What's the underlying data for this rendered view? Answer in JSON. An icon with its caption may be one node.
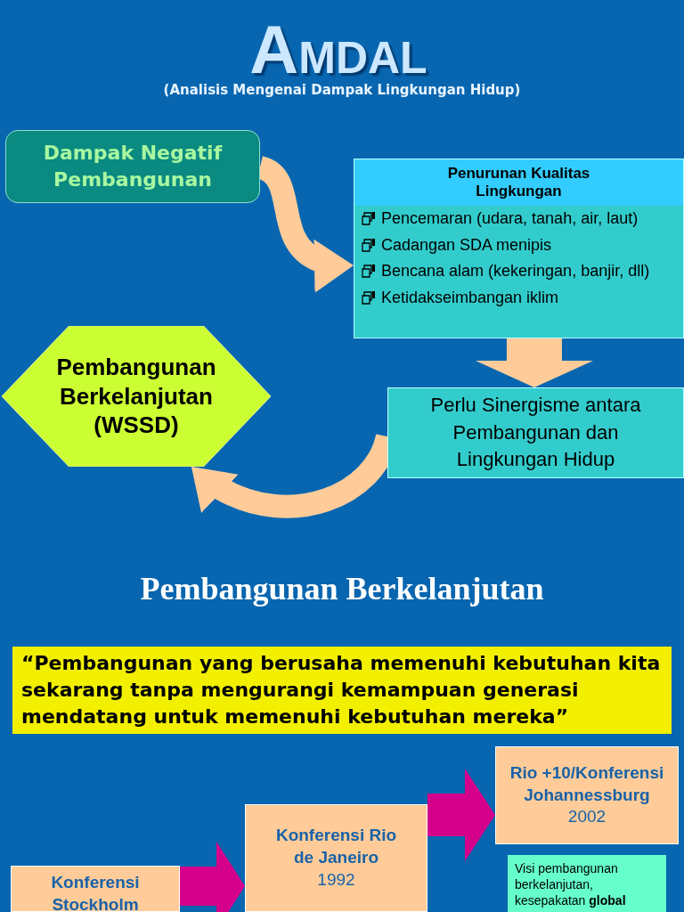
{
  "diagram": {
    "title": "AMDAL",
    "nodes": [
      {
        "text": [
          "Dampak Negatif Pembangunan"
        ]
      },
      {
        "text": [
          "Penurunan Kualitas Lingkungan",
          "Pencemaran (udara, tanah, air, laut)",
          "Cadangan SDA menipis",
          "Bencana alam (kekeringan, banjir, dll)",
          "Ketidakseimbangan iklim"
        ]
      },
      {
        "text": [
          "Pembangunan Berkelanjutan (WSSD)"
        ]
      },
      {
        "text": [
          "Perlu Sinergisme antara Pembangunan dan Lingkungan Hidup"
        ]
      },
      {
        "text": [
          "“Pembangunan yang berusaha memenuhi kebutuhan kita sekarang tanpa mengurangi kemampuan generasi mendatang untuk memenuhi kebutuhan mereka”"
        ]
      },
      {
        "text": [
          "Konferensi Stockholm"
        ]
      },
      {
        "text": [
          "Konferensi Rio de Janeiro",
          "1992"
        ]
      },
      {
        "text": [
          "Rio +10/Konferensi Johannessburg",
          "2002"
        ]
      },
      {
        "text": [
          "Visi pembangunan berkelanjutan, kesepakatan **global**"
        ]
      }
    ],
    "edges": [
      {
        "from": 0,
        "to": 1,
        "arrow": "to"
      },
      {
        "from": 1,
        "to": 3,
        "arrow": "to"
      },
      {
        "from": 3,
        "to": 2,
        "arrow": "to"
      },
      {
        "from": 5,
        "to": 6,
        "arrow": "to",
        "color": "#d4008c"
      },
      {
        "from": 6,
        "to": 7,
        "arrow": "to",
        "color": "#d4008c"
      }
    ],
    "labels": [
      "(Analisis Mengenai Dampak Lingkungan Hidup)",
      "Pembangunan Berkelanjutan"
    ]
  }
}
